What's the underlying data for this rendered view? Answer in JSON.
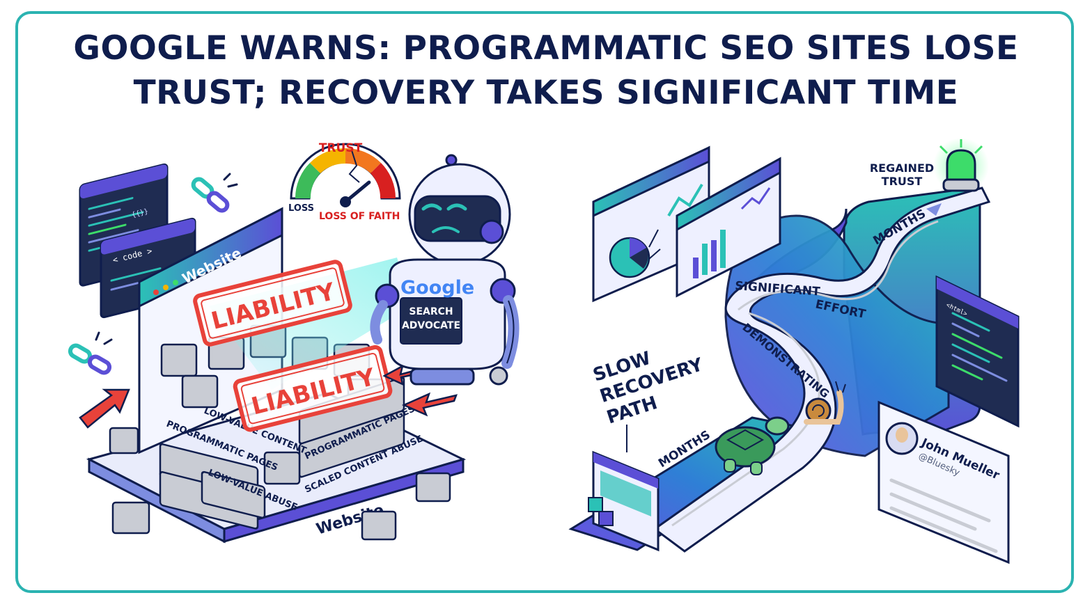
{
  "title": {
    "line1": "GOOGLE WARNS: PROGRAMMATIC SEO SITES LOSE",
    "line2": "TRUST; RECOVERY TAKES SIGNIFICANT TIME"
  },
  "left_scene": {
    "browser_title": "Website",
    "code_tag": "< code >",
    "code_snippet": "{{}}",
    "stamp_top": "LIABILITY",
    "stamp_bottom": "LIABILITY",
    "blocks": {
      "low_value_content": "LOW-VALUE CONTENT",
      "programmatic_pages_left": "PROGRAMMATIC PAGES",
      "programmatic_pages_right": "PROGRAMMATIC PAGES",
      "low_value_abuse": "LOW-VALUE ABUSE",
      "scaled_content_abuse": "SCALED CONTENT ABUSE"
    },
    "base_label": "Website",
    "gauge": {
      "title": "TRUST",
      "left_label": "LOSS",
      "right_label": "LOSS OF FAITH",
      "level": 0.78
    },
    "robot": {
      "brand": "Google",
      "role_line1": "SEARCH",
      "role_line2": "ADVOCATE"
    }
  },
  "right_scene": {
    "path_title_line1": "SLOW",
    "path_title_line2": "RECOVERY",
    "path_title_line3": "PATH",
    "path_labels": {
      "months_low": "MONTHS",
      "demonstrating": "DEMONSTRATING",
      "significant": "SIGNIFICANT",
      "effort": "EFFORT",
      "months_high": "MONTHS"
    },
    "goal_line1": "REGAINED",
    "goal_line2": "TRUST",
    "code_tag": "<html>",
    "profile": {
      "name": "John Mueller",
      "handle": "@Bluesky"
    }
  },
  "colors": {
    "navy": "#0f1d4d",
    "teal": "#2bb3b1",
    "red": "#e8423a",
    "purple": "#5b4fd6",
    "green": "#3ddc6a"
  }
}
